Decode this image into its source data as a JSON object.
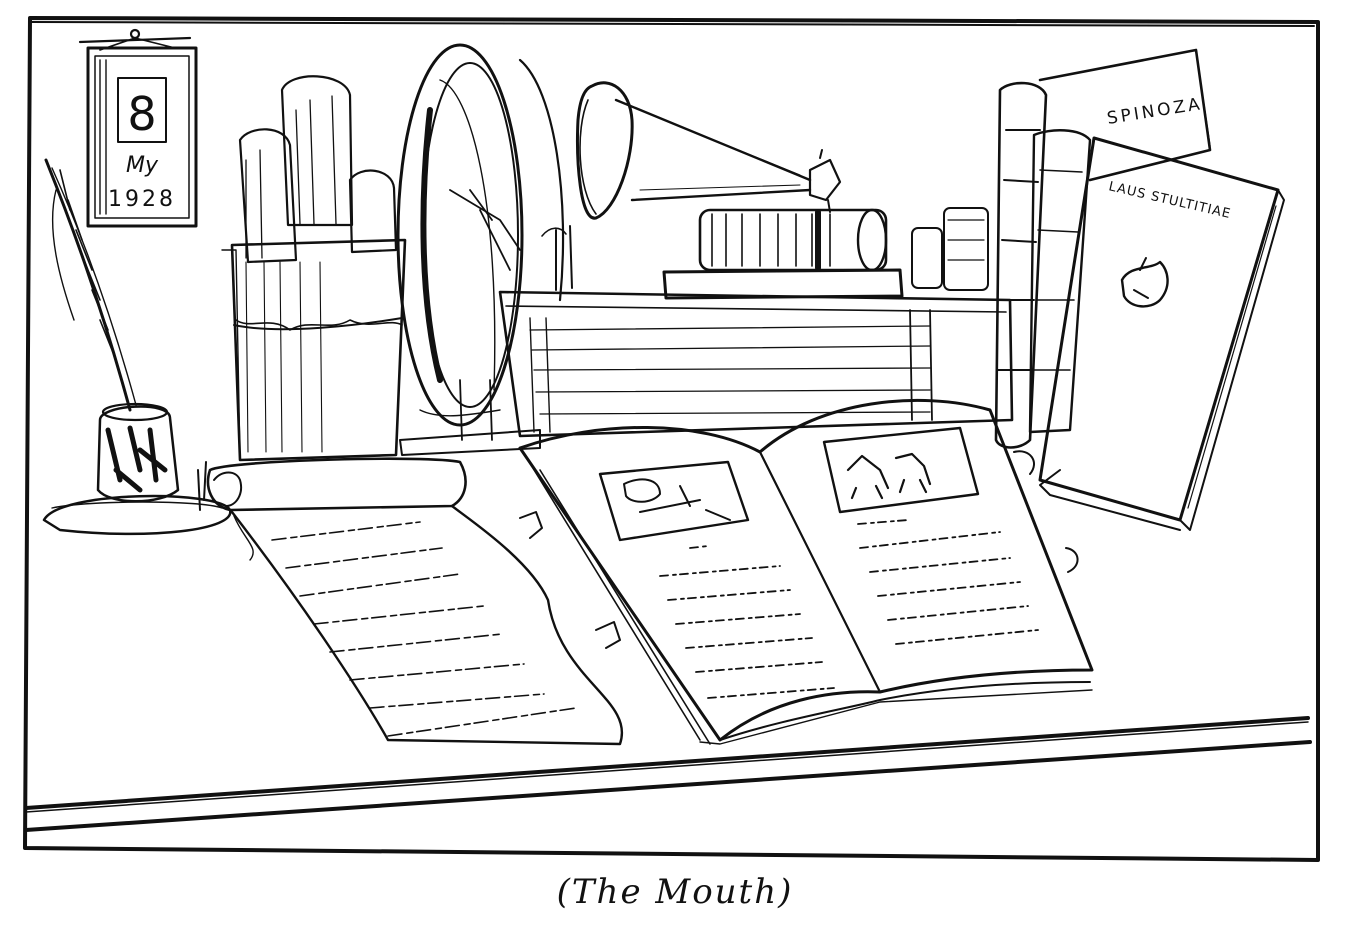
{
  "illustration": {
    "calendar": {
      "day": "8",
      "month": "My",
      "year": "1928"
    },
    "books": {
      "spinoza_title": "SPINOZA",
      "laus_title": "LAUS STULTITIAE"
    }
  },
  "caption": "(The Mouth)",
  "colors": {
    "ink": "#111111",
    "paper": "#ffffff"
  }
}
